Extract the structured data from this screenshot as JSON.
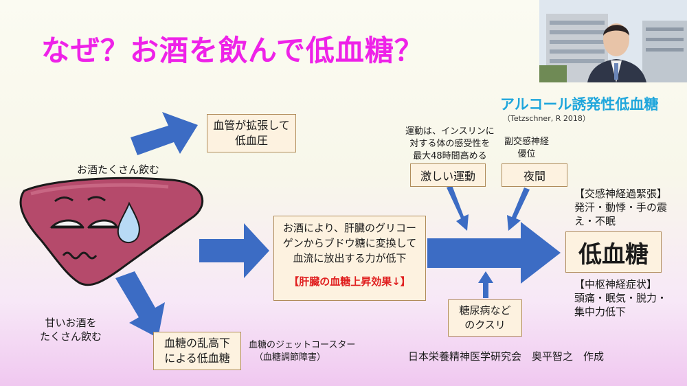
{
  "title": "なぜ？お酒を飲んで低血糖？",
  "left": {
    "label_drink_lot": "お酒たくさん飲む",
    "label_sweet_drink": [
      "甘いお酒を",
      "たくさん飲む"
    ],
    "box_vessel": [
      "血管が拡張して",
      "低血圧"
    ],
    "box_spike": [
      "血糖の乱高下",
      "による低血糖"
    ],
    "note_coaster": [
      "血糖のジェットコースター",
      "（血糖調節障害）"
    ]
  },
  "center": {
    "mechanism": [
      "お酒により、肝臓のグリコー",
      "ゲンからブドウ糖に変換して",
      "血流に放出する力が低下"
    ],
    "mechanism_effect": "【肝臓の血糖上昇効果↓】"
  },
  "right": {
    "heading": "アルコール誘発性低血糖",
    "citation": "（Tetzschner, R 2018）",
    "exercise_note": [
      "運動は、インスリンに",
      "対する体の感受性を",
      "最大48時間高める"
    ],
    "night_note": [
      "副交感神経",
      "優位"
    ],
    "box_exercise": "激しい運動",
    "box_night": "夜間",
    "box_drug": [
      "糖尿病など",
      "のクスリ"
    ],
    "sympathetic": [
      "【交感神経過緊張】",
      "発汗・動悸・手の震",
      "え・不眠"
    ],
    "result": "低血糖",
    "cns": [
      "【中枢神経症状】",
      "頭痛・眠気・脱力・",
      "集中力低下"
    ],
    "credit": "日本栄養精神医学研究会　奥平智之　作成"
  },
  "colors": {
    "title": "#ee22e8",
    "arrow": "#3c6cc4",
    "heading": "#1fa6dc",
    "effect": "#e02020",
    "liver": "#b54a6b"
  }
}
